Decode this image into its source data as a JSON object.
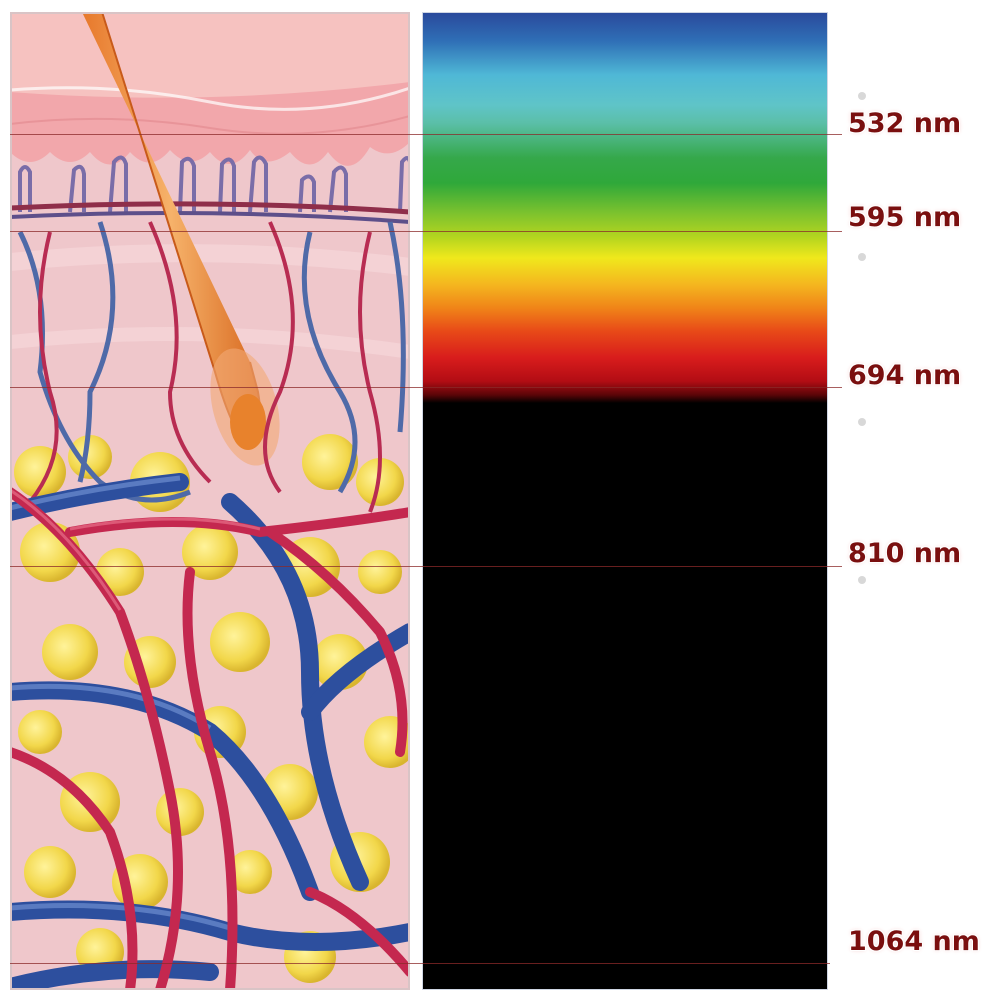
{
  "wavelength_labels": [
    "532 nm",
    "595 nm",
    "694 nm",
    "810 nm",
    "1064 nm"
  ],
  "colors": {
    "epidermis": "#f2b2b4",
    "dermis": "#efc3c8",
    "fat": "#f2d74a",
    "artery": "#c4284f",
    "vein": "#2d4f9e",
    "hair": "#e88a34",
    "label_text": "#7a0f0f"
  }
}
